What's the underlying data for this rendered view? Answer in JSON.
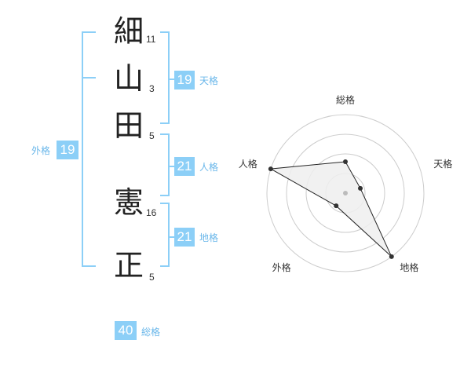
{
  "name": {
    "chars": [
      {
        "char": "細",
        "strokes": "11"
      },
      {
        "char": "山",
        "strokes": "3"
      },
      {
        "char": "田",
        "strokes": "5"
      },
      {
        "char": "憲",
        "strokes": "16"
      },
      {
        "char": "正",
        "strokes": "5"
      }
    ]
  },
  "fortune": {
    "tenkaku": {
      "label": "天格",
      "value": "19"
    },
    "jinkaku": {
      "label": "人格",
      "value": "21"
    },
    "chikaku": {
      "label": "地格",
      "value": "21"
    },
    "gaikaku": {
      "label": "外格",
      "value": "19"
    },
    "soukaku": {
      "label": "総格",
      "value": "40"
    }
  },
  "colors": {
    "accent": "#8ccff7",
    "label": "#6ab7ea",
    "polygon_fill": "#efefef",
    "ring": "#cccccc"
  },
  "chart_data": {
    "type": "radar",
    "axes": [
      "総格",
      "天格",
      "地格",
      "外格",
      "人格"
    ],
    "values": [
      0.4,
      0.2,
      1.0,
      0.2,
      1.0
    ],
    "range": [
      0,
      1
    ],
    "rings": 4
  }
}
